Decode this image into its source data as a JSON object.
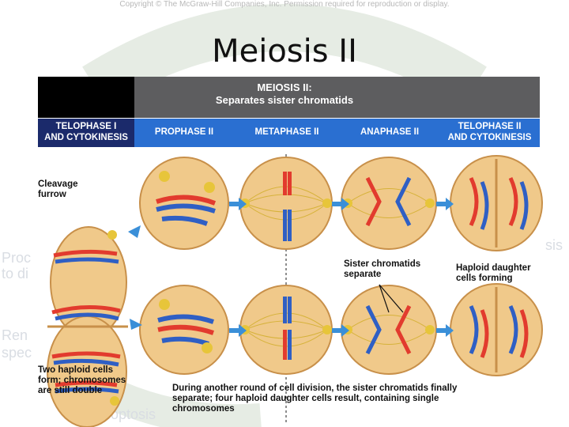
{
  "copyright": "Copyright © The McGraw-Hill Companies, Inc. Permission required for reproduction or display.",
  "slide_title": "Meiosis II",
  "background_fragments": [
    "Proc",
    "to di",
    "Ren",
    "spec",
    "Apoptosis",
    "sis"
  ],
  "figure": {
    "header_title_line1": "MEIOSIS II:",
    "header_title_line2": "Separates sister chromatids",
    "phases": [
      {
        "line1": "TELOPHASE I",
        "line2": "AND CYTOKINESIS"
      },
      {
        "line1": "PROPHASE II",
        "line2": ""
      },
      {
        "line1": "METAPHASE II",
        "line2": ""
      },
      {
        "line1": "ANAPHASE II",
        "line2": ""
      },
      {
        "line1": "TELOPHASE II",
        "line2": "AND CYTOKINESIS"
      }
    ],
    "labels": {
      "cleavage_line1": "Cleavage",
      "cleavage_line2": "furrow",
      "sister_line1": "Sister chromatids",
      "sister_line2": "separate",
      "haploid_line1": "Haploid daughter",
      "haploid_line2": "cells forming",
      "two_cells_line1": "Two haploid cells",
      "two_cells_line2": "form; chromosomes",
      "two_cells_line3": "are still double",
      "bottom_line1": "During another round of cell division, the sister chromatids finally",
      "bottom_line2": "separate; four haploid daughter cells result, containing single",
      "bottom_line3": "chromosomes"
    },
    "colors": {
      "cell_fill": "#f0c98a",
      "cell_edge": "#c8904a",
      "chromosome_red": "#e23b2e",
      "chromosome_blue": "#2f5fc4",
      "spindle": "#d6b23a",
      "arrow": "#3a8fd8",
      "header_gray": "#5d5d5f",
      "phase_band": "#2a6fd1"
    }
  }
}
